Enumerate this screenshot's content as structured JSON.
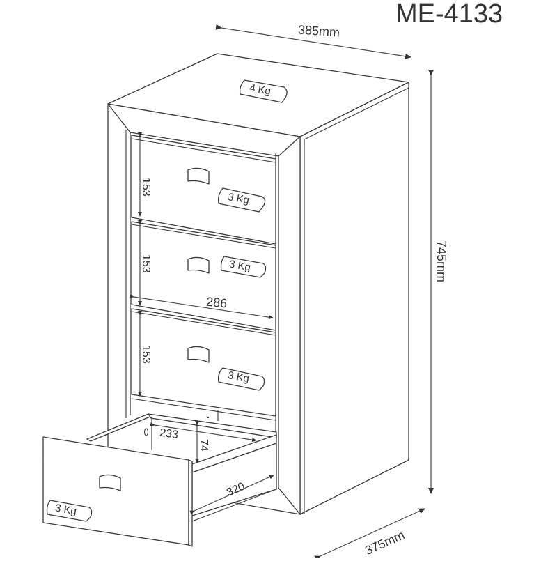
{
  "product": {
    "model": "ME-4133"
  },
  "dimensions": {
    "width": "385mm",
    "height": "745mm",
    "depth": "375mm"
  },
  "drawers": {
    "front_height_1": "153",
    "front_height_2": "153",
    "front_height_3": "153",
    "front_width": "286",
    "open_drawer_inner_width": "233",
    "open_drawer_inner_height": "74",
    "open_drawer_depth": "320"
  },
  "load_labels": {
    "top": "4 Kg",
    "drawer_1": "3 Kg",
    "drawer_2": "3 Kg",
    "drawer_3": "3 Kg",
    "drawer_4": "3 Kg"
  },
  "colors": {
    "line": "#3a3a3a",
    "text": "#333333",
    "background": "#ffffff"
  }
}
